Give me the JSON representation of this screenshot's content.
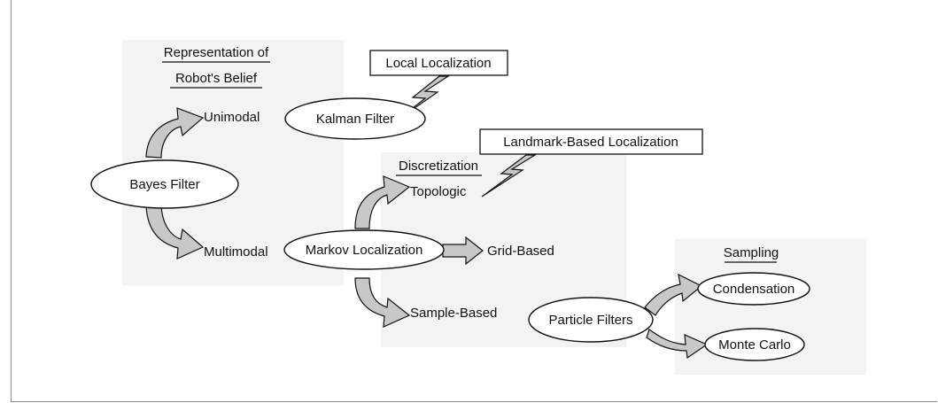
{
  "colors": {
    "panel": "#f3f3f3",
    "arrow_fill": "#c8c8c8",
    "arrow_shade": "#a9a9a9",
    "stroke": "#111111",
    "border": "#8a8a8a"
  },
  "headers": {
    "belief_line1": "Representation of",
    "belief_line2": "Robot's Belief",
    "discretization": "Discretization",
    "sampling": "Sampling"
  },
  "callouts": {
    "local": "Local Localization",
    "landmark": "Landmark-Based Localization"
  },
  "nodes": {
    "bayes": "Bayes Filter",
    "kalman": "Kalman Filter",
    "markov": "Markov Localization",
    "particle": "Particle Filters",
    "condensation": "Condensation",
    "montecarlo": "Monte Carlo"
  },
  "labels": {
    "unimodal": "Unimodal",
    "multimodal": "Multimodal",
    "topologic": "Topologic",
    "grid": "Grid-Based",
    "sample": "Sample-Based"
  }
}
